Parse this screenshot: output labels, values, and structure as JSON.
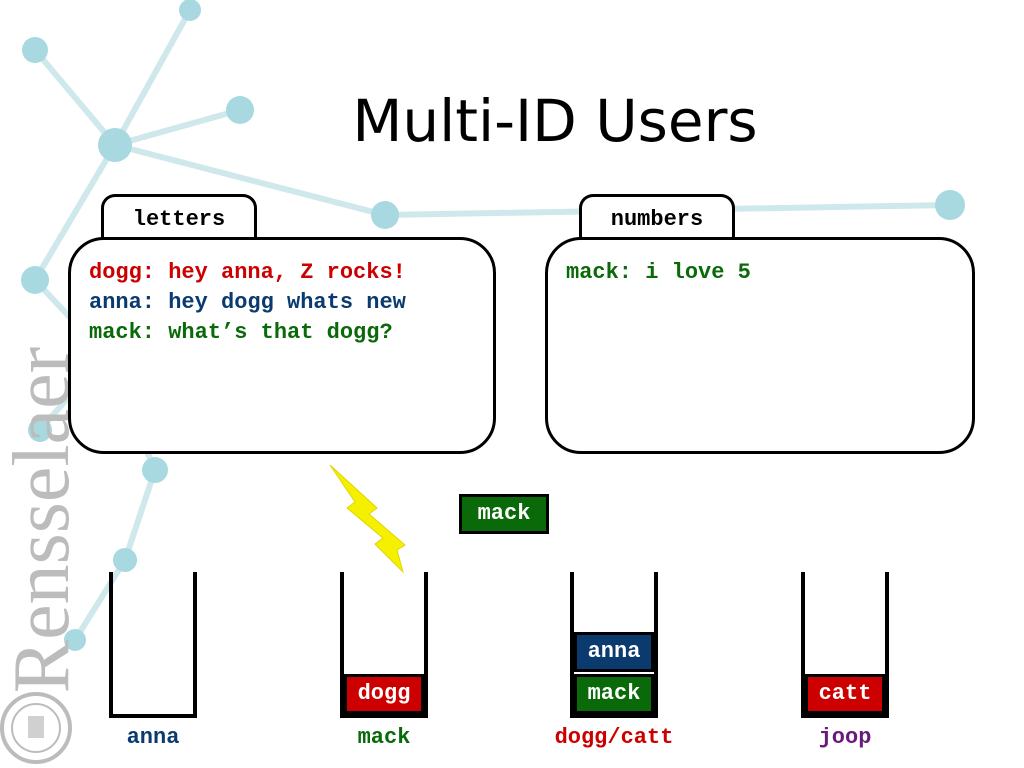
{
  "title": "Multi-ID Users",
  "brand": "Rensselaer",
  "channels": [
    {
      "name": "letters",
      "messages": [
        {
          "text": "dogg: hey anna, Z rocks!",
          "color": "#cc0000"
        },
        {
          "text": "anna: hey dogg whats new",
          "color": "#0a3a6e"
        },
        {
          "text": "mack: what’s that dogg?",
          "color": "#0a6a0a"
        }
      ]
    },
    {
      "name": "numbers",
      "messages": [
        {
          "text": "mack: i love 5",
          "color": "#0a6a0a"
        }
      ]
    }
  ],
  "floating_block": {
    "label": "mack",
    "color": "#0a6a0a"
  },
  "bolt_icon": "lightning-bolt-icon",
  "users": [
    {
      "label": "anna",
      "color": "#0a3a6e",
      "stack": []
    },
    {
      "label": "mack",
      "color": "#0a6a0a",
      "stack": [
        {
          "label": "dogg",
          "color": "#cc0000"
        }
      ]
    },
    {
      "label": "dogg/catt",
      "color": "#cc0000",
      "stack": [
        {
          "label": "mack",
          "color": "#0a6a0a"
        },
        {
          "label": "anna",
          "color": "#0a3a6e"
        }
      ]
    },
    {
      "label": "joop",
      "color": "#6a1a7a",
      "stack": [
        {
          "label": "catt",
          "color": "#cc0000"
        }
      ]
    }
  ],
  "colors": {
    "red": "#cc0000",
    "blue": "#0a3a6e",
    "green": "#0a6a0a",
    "purple": "#6a1a7a",
    "accent": "#9fd3dc"
  }
}
